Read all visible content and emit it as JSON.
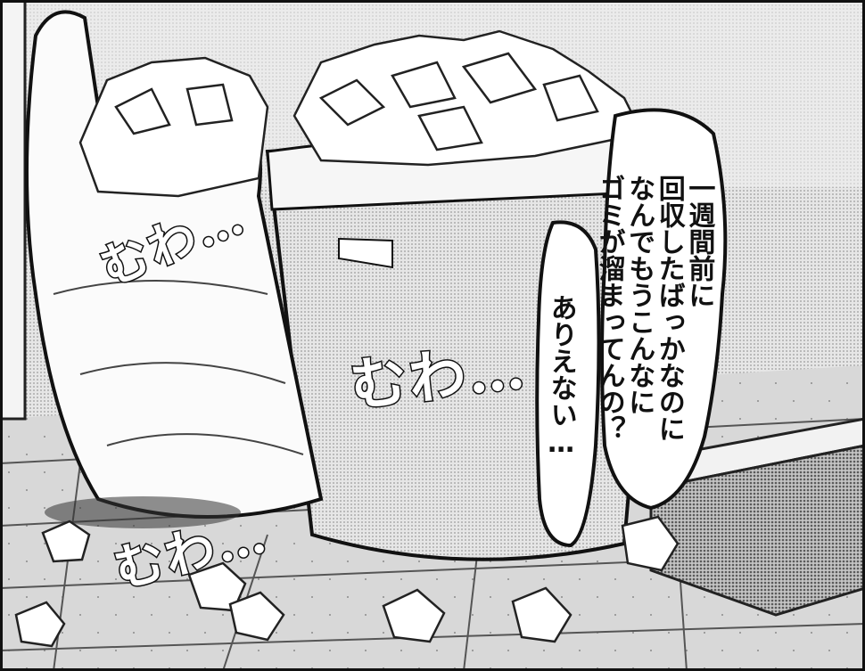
{
  "panel": {
    "sfx": [
      "むわ…",
      "むわ…",
      "むわ…"
    ],
    "speech_main": {
      "lines": [
        "一週間前に",
        "回収したばっかなのに",
        "なんでもうこんなに",
        "ゴミが溜まってんの？"
      ]
    },
    "speech_side": {
      "lines": [
        "ありえない…"
      ]
    }
  },
  "colors": {
    "ink": "#111111",
    "paper": "#ffffff",
    "tone_light": "#dcdcdc",
    "tone_mid": "#b8b8b8",
    "tone_dark": "#8a8a8a"
  }
}
